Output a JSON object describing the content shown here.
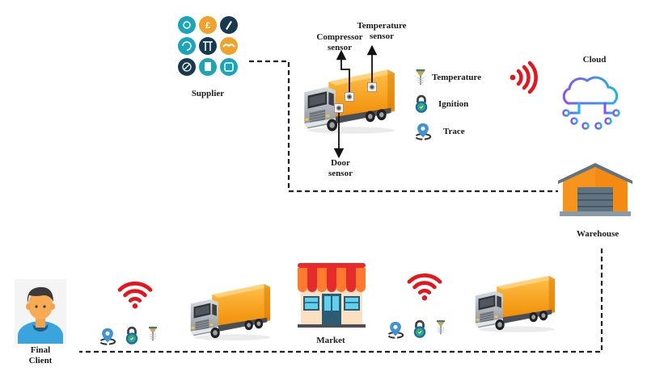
{
  "diagram": {
    "nodes": {
      "supplier": {
        "label": "Supplier"
      },
      "cloud": {
        "label": "Cloud"
      },
      "warehouse": {
        "label": "Warehouse"
      },
      "market": {
        "label": "Market"
      },
      "final_client": {
        "label_line1": "Final",
        "label_line2": "Client"
      }
    },
    "truck_sensors": {
      "compressor": {
        "line1": "Compressor",
        "line2": "sensor"
      },
      "temperature": {
        "line1": "Temperature",
        "line2": "sensor"
      },
      "door": {
        "line1": "Door",
        "line2": "sensor"
      }
    },
    "legend": [
      {
        "icon": "temperature-probe-icon",
        "label": "Temperature"
      },
      {
        "icon": "padlock-icon",
        "label": "Ignition"
      },
      {
        "icon": "location-pin-icon",
        "label": "Trace"
      }
    ],
    "colors": {
      "truck_cargo": "#f5a21b",
      "truck_cab": "#a9adb3",
      "wireless": "#e8141b",
      "warehouse_wall": "#f7941d",
      "warehouse_roof": "#5f7380",
      "market_awning_red": "#e52b2b",
      "market_awning_orange": "#ff7a2f",
      "cloud_gradient_start": "#8a4dff",
      "cloud_gradient_end": "#19b6e6",
      "teal": "#1aa5b8",
      "navy": "#173a4f",
      "connector": "#222222"
    }
  }
}
